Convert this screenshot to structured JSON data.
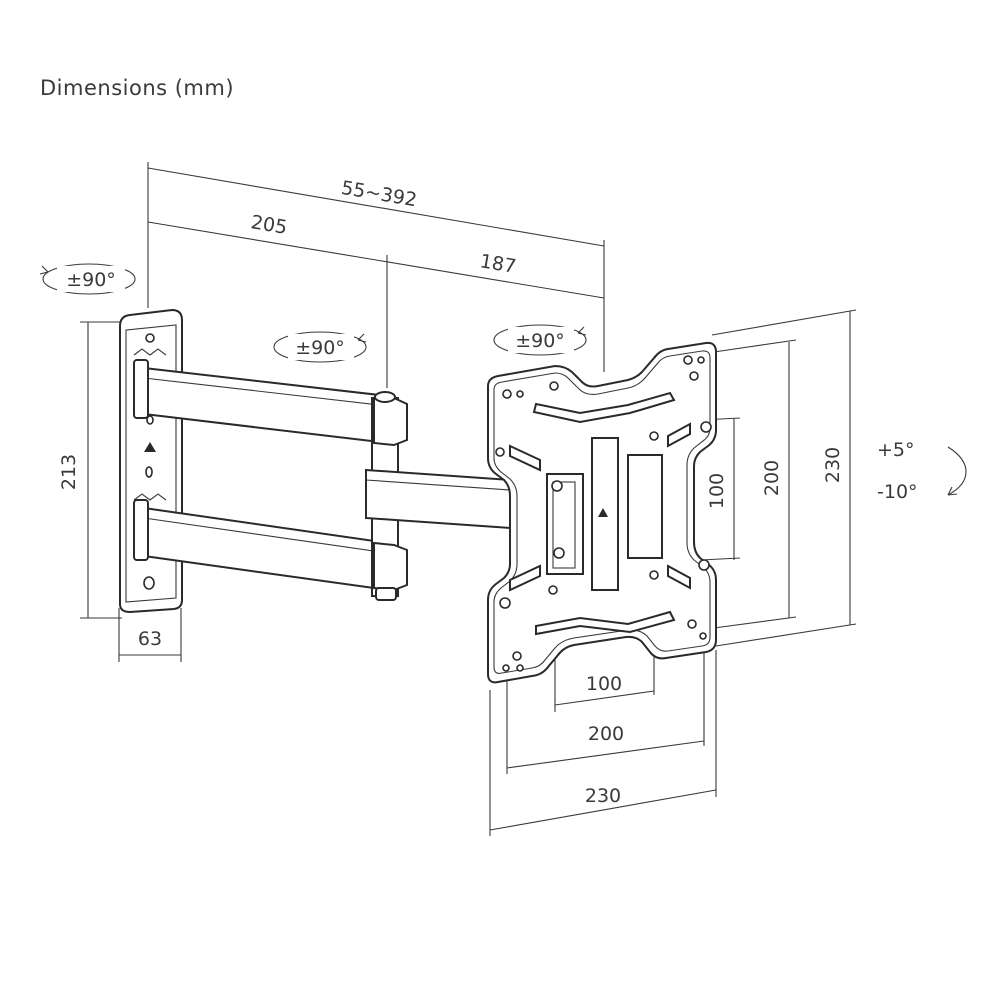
{
  "title": "Dimensions (mm)",
  "dimensions": {
    "total_extension": "55~392",
    "arm_first": "205",
    "arm_second": "187",
    "wall_plate_height": "213",
    "wall_plate_width": "63",
    "vesa_inner_vertical": "100",
    "vesa_outer_vertical": "200",
    "plate_height": "230",
    "vesa_inner_horizontal": "100",
    "vesa_outer_horizontal": "200",
    "plate_width": "230"
  },
  "rotations": {
    "wall_swivel": "±90°",
    "arm_swivel": "±90°",
    "plate_swivel": "±90°",
    "tilt_up": "+5°",
    "tilt_down": "-10°"
  }
}
